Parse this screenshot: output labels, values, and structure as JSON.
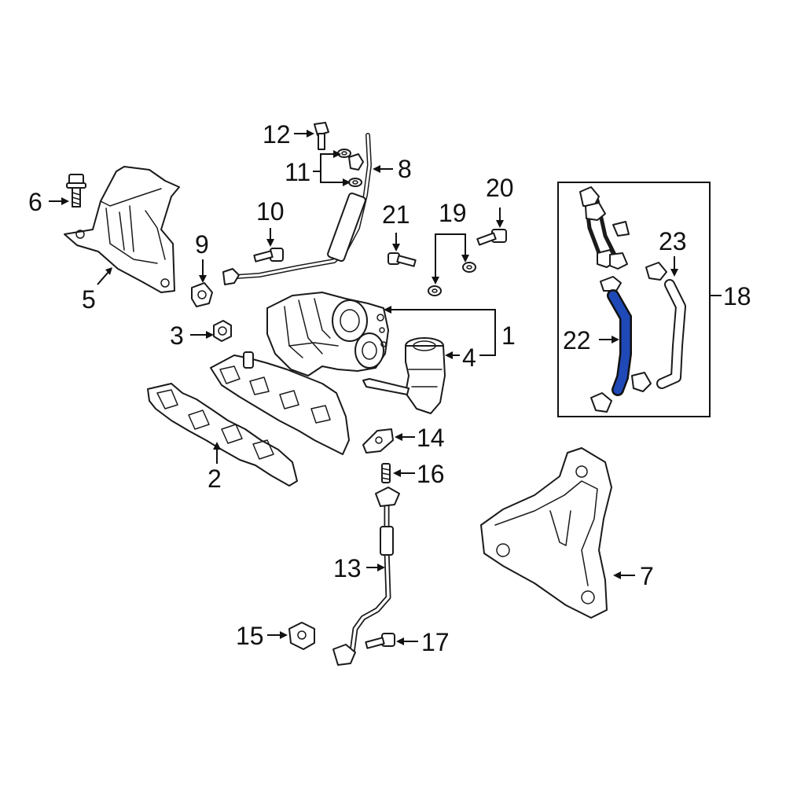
{
  "diagram": {
    "highlight_color": "#1f49b6",
    "line_color": "#1a1a1a",
    "background": "#ffffff",
    "callouts": {
      "c1": "1",
      "c2": "2",
      "c3": "3",
      "c4": "4",
      "c5": "5",
      "c6": "6",
      "c7": "7",
      "c8": "8",
      "c9": "9",
      "c10": "10",
      "c11": "11",
      "c12": "12",
      "c13": "13",
      "c14": "14",
      "c15": "15",
      "c16": "16",
      "c17": "17",
      "c18": "18",
      "c19": "19",
      "c20": "20",
      "c21": "21",
      "c22": "22",
      "c23": "23"
    },
    "highlighted_part": "22"
  }
}
